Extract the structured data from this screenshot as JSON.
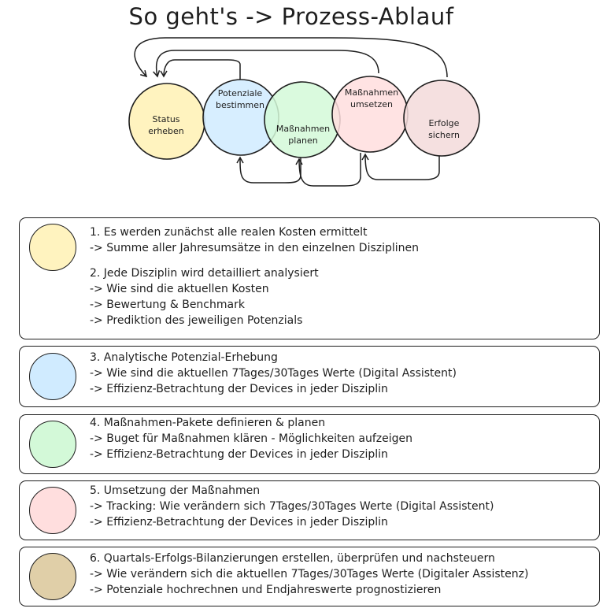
{
  "title": "So geht's -> Prozess-Ablauf",
  "colors": {
    "stroke": "#1e1e1e",
    "yellow": "#fff3bf",
    "blue": "#d0ebff",
    "green": "#d3f9d8",
    "pink": "#ffdede",
    "rose": "#f3dada",
    "tan": "#e0cfa8"
  },
  "circles": [
    {
      "line1": "Status",
      "line2": "erheben",
      "color": "#fff3bf"
    },
    {
      "line1": "Potenziale",
      "line2": "bestimmen",
      "color": "#d0ebff"
    },
    {
      "line1": "Maßnahmen",
      "line2": "planen",
      "color": "#d3f9d8"
    },
    {
      "line1": "Maßnahmen",
      "line2": "umsetzen",
      "color": "#ffdede"
    },
    {
      "line1": "Erfolge",
      "line2": "sichern",
      "color": "#f3dada"
    }
  ],
  "steps": [
    {
      "color": "#fff3bf",
      "lines": [
        "1. Es werden zunächst alle realen Kosten ermittelt",
        "-> Summe aller Jahresumsätze in den einzelnen Disziplinen",
        "2. Jede Disziplin wird detailliert analysiert",
        "-> Wie sind die aktuellen Kosten",
        "-> Bewertung & Benchmark",
        "-> Prediktion des jeweiligen Potenzials"
      ]
    },
    {
      "color": "#d0ebff",
      "lines": [
        "3. Analytische Potenzial-Erhebung",
        "-> Wie sind die aktuellen 7Tages/30Tages Werte (Digital Assistent)",
        "-> Effizienz-Betrachtung der Devices in jeder Disziplin"
      ]
    },
    {
      "color": "#d3f9d8",
      "lines": [
        "4.  Maßnahmen-Pakete definieren & planen",
        "-> Buget für Maßnahmen klären - Möglichkeiten aufzeigen",
        "-> Effizienz-Betrachtung der Devices in jeder Disziplin"
      ]
    },
    {
      "color": "#ffdede",
      "lines": [
        "5.  Umsetzung der Maßnahmen",
        "-> Tracking: Wie verändern sich 7Tages/30Tages Werte (Digital Assistent)",
        "-> Effizienz-Betrachtung der Devices in jeder Disziplin"
      ]
    },
    {
      "color": "#e0cfa8",
      "lines": [
        "6. Quartals-Erfolgs-Bilanzierungen erstellen, überprüfen und nachsteuern",
        "-> Wie verändern sich die aktuellen 7Tages/30Tages Werte (Digitaler Assistenz)",
        "-> Potenziale hochrechnen und Endjahreswerte prognostizieren"
      ]
    }
  ]
}
